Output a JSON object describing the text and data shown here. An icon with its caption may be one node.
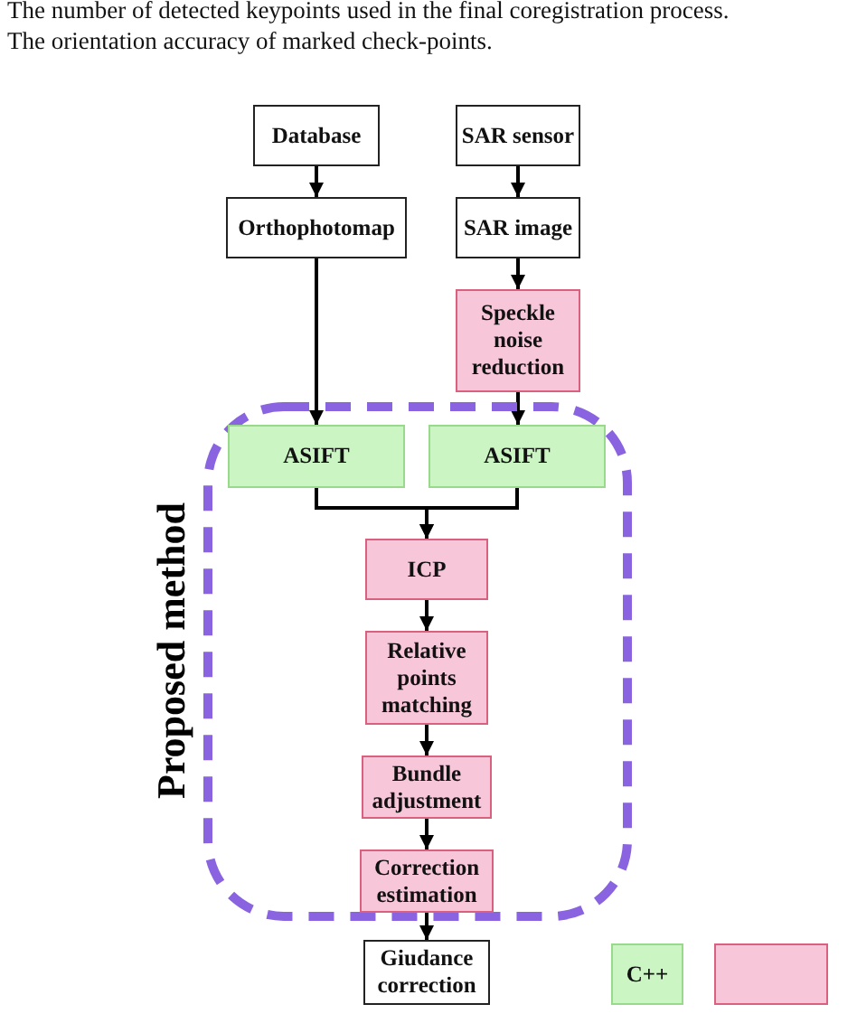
{
  "diagram": {
    "nodes": [
      {
        "text": [
          "Database"
        ]
      },
      {
        "text": [
          "SAR sensor"
        ]
      },
      {
        "text": [
          "Orthophotomap"
        ]
      },
      {
        "text": [
          "SAR image"
        ]
      },
      {
        "text": [
          "Speckle noise reduction"
        ]
      },
      {
        "text": [
          "Proposed method"
        ]
      },
      {
        "text": [
          "ASIFT"
        ],
        "in": 5
      },
      {
        "text": [
          "ASIFT"
        ],
        "in": 5
      },
      {
        "text": [
          "ICP"
        ],
        "in": 5
      },
      {
        "text": [
          "Relative points matching"
        ],
        "in": 5
      },
      {
        "text": [
          "Bundle adjustment"
        ],
        "in": 5
      },
      {
        "text": [
          "Correction estimation"
        ],
        "in": 5
      },
      {
        "text": [
          "Giudance correction"
        ]
      },
      {
        "text": [],
        "shape": "box"
      }
    ],
    "edges": [
      {
        "from": 0,
        "to": 2,
        "arrow": "to"
      },
      {
        "from": 1,
        "to": 3,
        "arrow": "to"
      },
      {
        "from": 3,
        "to": 4,
        "arrow": "to"
      },
      {
        "from": 2,
        "to": 6,
        "arrow": "to"
      },
      {
        "from": 4,
        "to": 7,
        "arrow": "to"
      },
      {
        "from": 6,
        "to": 8,
        "arrow": "to"
      },
      {
        "from": 7,
        "to": 8,
        "arrow": "to"
      },
      {
        "from": 8,
        "to": 9,
        "arrow": "to"
      },
      {
        "from": 9,
        "to": 10,
        "arrow": "to"
      },
      {
        "from": 10,
        "to": 11,
        "arrow": "to"
      },
      {
        "from": 11,
        "to": 12,
        "arrow": "to"
      }
    ],
    "labels": [
      "The number of detected keypoints used in the final coregistration process.",
      "The orientation accuracy of marked check-points."
    ],
    "legend": [
      {
        "text": "C++",
        "color": "#ccf5c4"
      }
    ]
  }
}
